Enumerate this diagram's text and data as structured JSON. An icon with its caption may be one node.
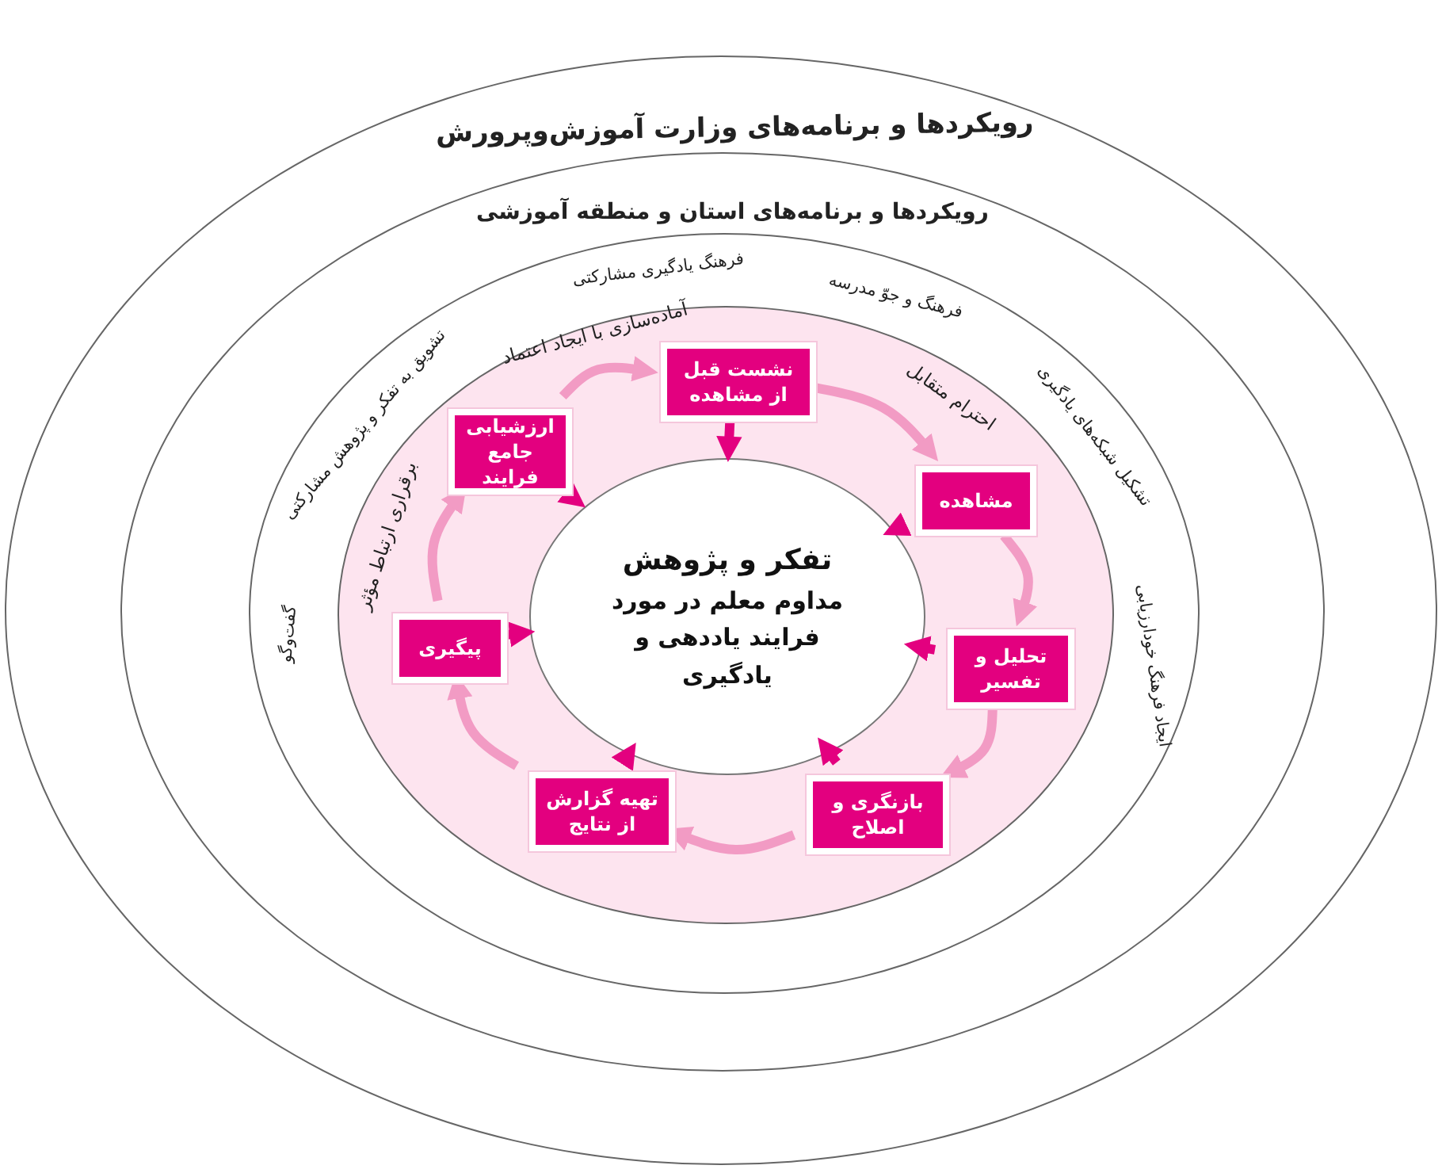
{
  "diagram": {
    "nodes": [
      {
        "text": [
          "رویکردها و برنامه‌های وزارت آموزش‌وپرورش"
        ]
      },
      {
        "text": [
          "رویکردها و برنامه‌های استان و منطقه آموزشی"
        ],
        "in": 0
      },
      {
        "text": [],
        "shape": "circle",
        "in": 1
      },
      {
        "text": [],
        "shape": "circle",
        "in": 2
      },
      {
        "text": [
          "تفکر و پژوهش",
          "مداوم معلم در مورد فرایند یاددهی و یادگیری"
        ],
        "in": 3
      },
      {
        "text": [
          "نشست قبل از مشاهده"
        ],
        "in": 3
      },
      {
        "text": [
          "مشاهده"
        ],
        "in": 3
      },
      {
        "text": [
          "تحلیل و تفسیر"
        ],
        "in": 3
      },
      {
        "text": [
          "بازنگری و اصلاح"
        ],
        "in": 3
      },
      {
        "text": [
          "تهیه گزارش از نتایج"
        ],
        "in": 3
      },
      {
        "text": [
          "پیگیری"
        ],
        "in": 3
      },
      {
        "text": [
          "ارزشیابی جامع فرایند"
        ],
        "in": 3
      }
    ],
    "edges": [
      {
        "from": 5,
        "to": 4,
        "arrow": "to"
      },
      {
        "from": 6,
        "to": 4,
        "arrow": "to"
      },
      {
        "from": 7,
        "to": 4,
        "arrow": "to"
      },
      {
        "from": 8,
        "to": 4,
        "arrow": "to"
      },
      {
        "from": 9,
        "to": 4,
        "arrow": "to"
      },
      {
        "from": 10,
        "to": 4,
        "arrow": "to"
      },
      {
        "from": 11,
        "to": 4,
        "arrow": "to"
      },
      {
        "from": 5,
        "to": 6,
        "arrow": "to",
        "color": "#f29bc4"
      },
      {
        "from": 6,
        "to": 7,
        "arrow": "to",
        "color": "#f29bc4"
      },
      {
        "from": 7,
        "to": 8,
        "arrow": "to",
        "color": "#f29bc4"
      },
      {
        "from": 8,
        "to": 9,
        "arrow": "to",
        "color": "#f29bc4"
      },
      {
        "from": 9,
        "to": 10,
        "arrow": "to",
        "color": "#f29bc4"
      },
      {
        "from": 10,
        "to": 11,
        "arrow": "to",
        "color": "#f29bc4"
      },
      {
        "from": 11,
        "to": 5,
        "arrow": "to",
        "color": "#f29bc4"
      }
    ],
    "labels": [
      "فرهنگ یادگیری مشارکتی",
      "فرهنگ و جوّ مدرسه",
      "تشکیل شبکه‌های یادگیری",
      "تشویق به تفکر و پژوهش مشارکتی",
      "گفت‌وگو",
      "ایجاد فرهنگ خودارزیابی",
      "آماده‌سازی با ایجاد اعتماد",
      "احترام متقابل",
      "برقراری ارتباط مؤثر"
    ]
  }
}
